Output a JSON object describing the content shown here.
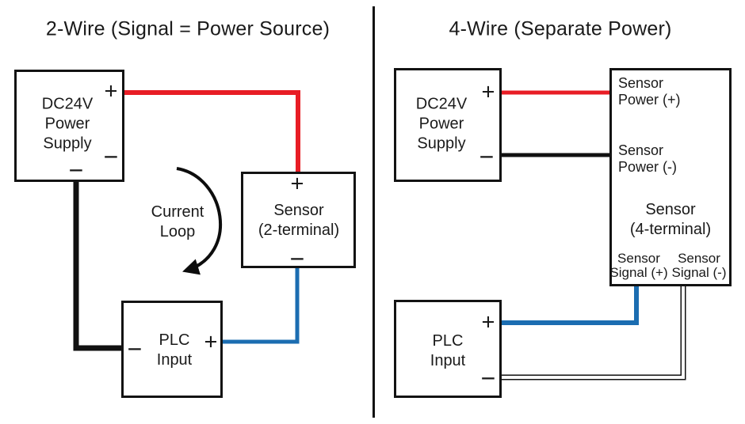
{
  "titles": {
    "left": "2-Wire (Signal = Power Source)",
    "right": "4-Wire (Separate Power)"
  },
  "symbols": {
    "plus": "+",
    "minus": "−"
  },
  "left": {
    "power_supply": [
      "DC24V",
      "Power",
      "Supply"
    ],
    "sensor": [
      "Sensor",
      "(2-terminal)"
    ],
    "plc": [
      "PLC",
      "Input"
    ],
    "loop": [
      "Current",
      "Loop"
    ]
  },
  "right": {
    "power_supply": [
      "DC24V",
      "Power",
      "Supply"
    ],
    "sensor_power_plus": [
      "Sensor",
      "Power (+)"
    ],
    "sensor_power_minus": [
      "Sensor",
      "Power (-)"
    ],
    "sensor_name": [
      "Sensor",
      "(4-terminal)"
    ],
    "sensor_signal_plus": [
      "Sensor",
      "Signal (+)"
    ],
    "sensor_signal_minus": [
      "Sensor",
      "Signal (-)"
    ],
    "plc": [
      "PLC",
      "Input"
    ]
  },
  "colors": {
    "wire_red": "#e81d25",
    "wire_blue": "#1b6db1",
    "wire_black": "#111111",
    "wire_white_core": "#ffffff",
    "divider": "#111111",
    "arrow": "#0d0d0d"
  }
}
